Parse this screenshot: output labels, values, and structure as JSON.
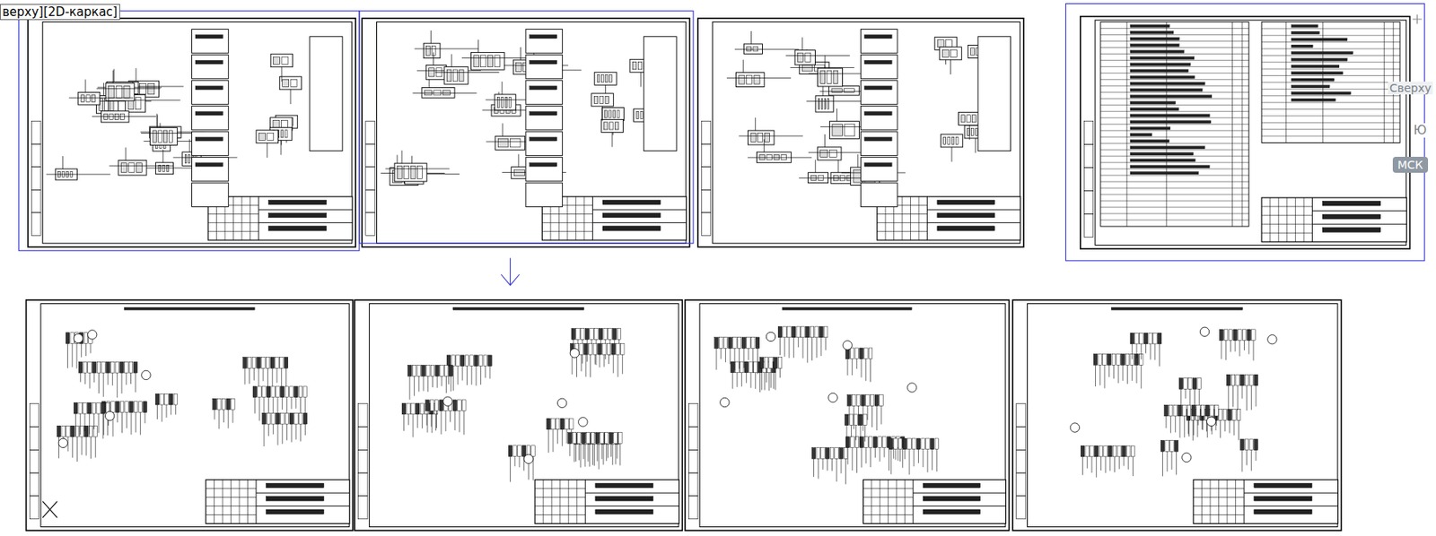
{
  "diagram": {
    "labels": [
      "верху][2D-каркас]",
      "Сверху",
      "Ю",
      "МСК"
    ]
  }
}
